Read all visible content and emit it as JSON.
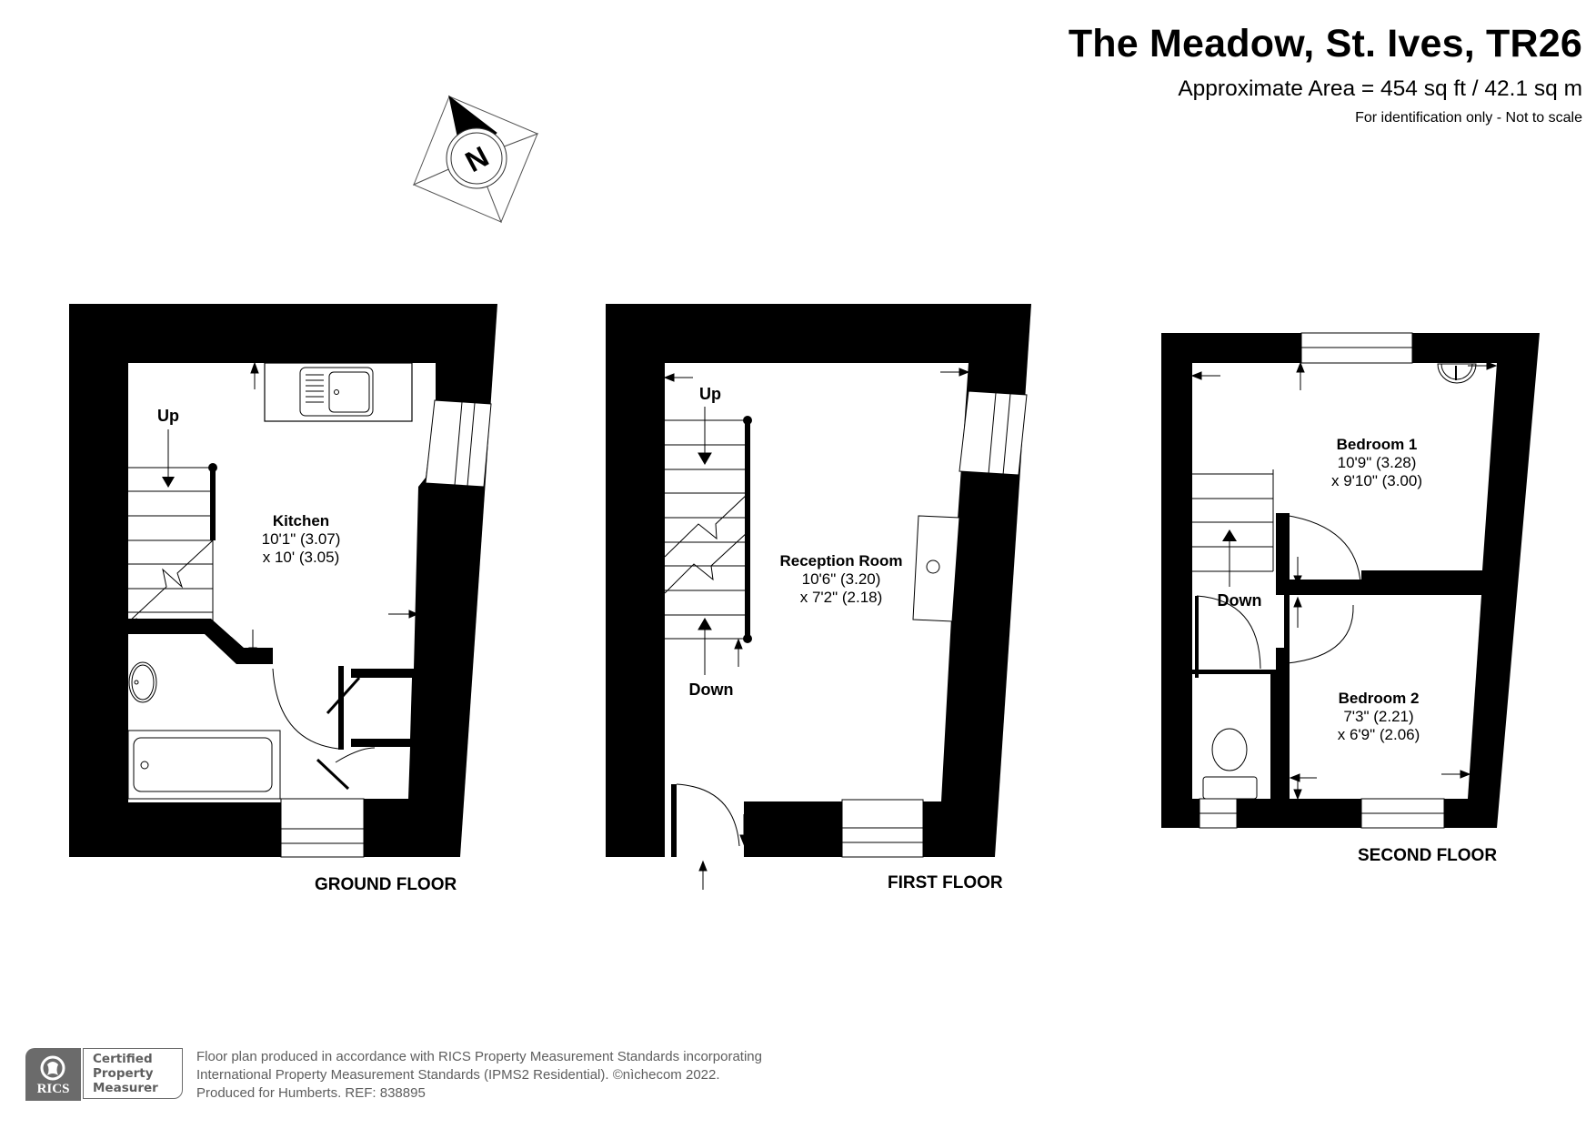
{
  "header": {
    "title": "The Meadow, St. Ives, TR26",
    "area": "Approximate Area = 454 sq ft / 42.1 sq m",
    "note": "For identification only - Not to scale"
  },
  "compass": {
    "icon": "compass-north-icon",
    "letter": "N"
  },
  "floors": [
    {
      "name": "GROUND FLOOR",
      "rooms": [
        {
          "name": "Kitchen",
          "dim1": "10'1\" (3.07)",
          "dim2": "x 10' (3.05)"
        }
      ],
      "stair_label": "Up"
    },
    {
      "name": "FIRST FLOOR",
      "rooms": [
        {
          "name": "Reception Room",
          "dim1": "10'6\" (3.20)",
          "dim2": "x 7'2\" (2.18)"
        }
      ],
      "stair_labels": [
        "Up",
        "Down"
      ]
    },
    {
      "name": "SECOND FLOOR",
      "rooms": [
        {
          "name": "Bedroom 1",
          "dim1": "10'9\" (3.28)",
          "dim2": "x 9'10\" (3.00)"
        },
        {
          "name": "Bedroom 2",
          "dim1": "7'3\" (2.21)",
          "dim2": "x 6'9\" (2.06)"
        }
      ],
      "stair_label": "Down"
    }
  ],
  "footer": {
    "rics_logo_text": "RICS",
    "certified_lines": [
      "Certified",
      "Property",
      "Measurer"
    ],
    "lines": [
      "Floor plan produced in accordance with RICS Property Measurement Standards incorporating",
      "International Property Measurement Standards (IPMS2 Residential).   ©nìchecom 2022.",
      "Produced for Humberts.   REF:  838895"
    ]
  },
  "colors": {
    "wall": "#000000",
    "footer_gray": "#6b6b6b",
    "background": "#ffffff"
  }
}
